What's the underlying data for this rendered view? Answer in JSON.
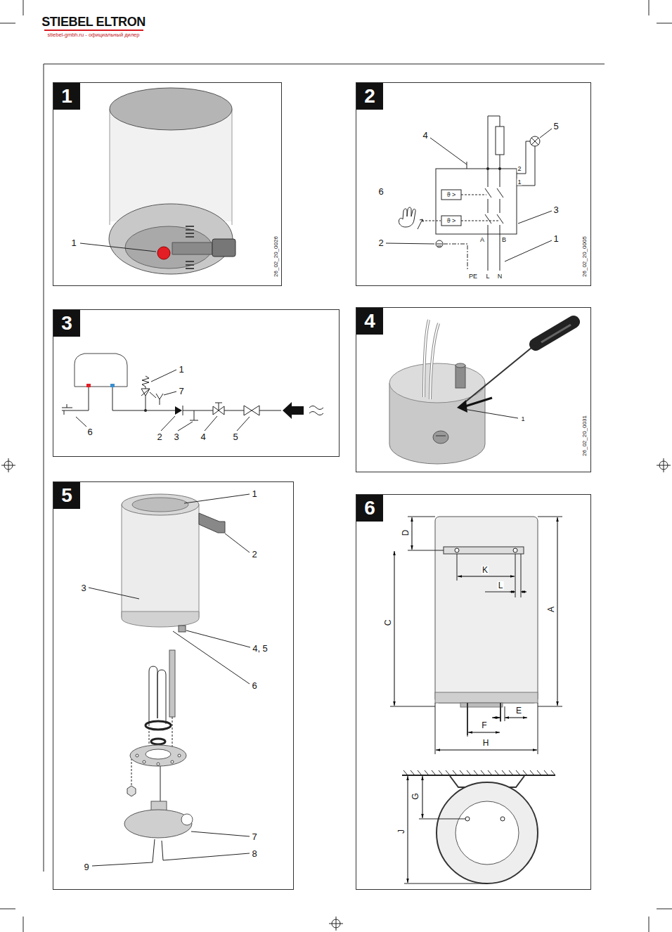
{
  "diagram": {
    "nodes": [
      {
        "text": [
          "1"
        ]
      },
      {
        "text": [
          "2"
        ]
      },
      {
        "text": [
          "3"
        ]
      },
      {
        "text": [
          "4"
        ]
      },
      {
        "text": [
          "5"
        ]
      },
      {
        "text": [
          "6"
        ]
      }
    ],
    "labels": [
      "STIEBEL ELTRON",
      "stiebel-gmbh.ru - официальный дилер",
      "1",
      "26_02_20_0026",
      "4",
      "5",
      "6",
      "3",
      "2",
      "1",
      "2",
      "1",
      "ϑ >",
      "ϑ >",
      "A",
      "B",
      "PE",
      "L",
      "N",
      "26_02_20_0005",
      "1",
      "7",
      "6",
      "2",
      "3",
      "4",
      "5",
      "1",
      "26_02_20_0031",
      "1",
      "2",
      "3",
      "4, 5",
      "6",
      "7",
      "8",
      "9",
      "D",
      "K",
      "L",
      "C",
      "A",
      "E",
      "F",
      "H",
      "G",
      "J"
    ]
  }
}
